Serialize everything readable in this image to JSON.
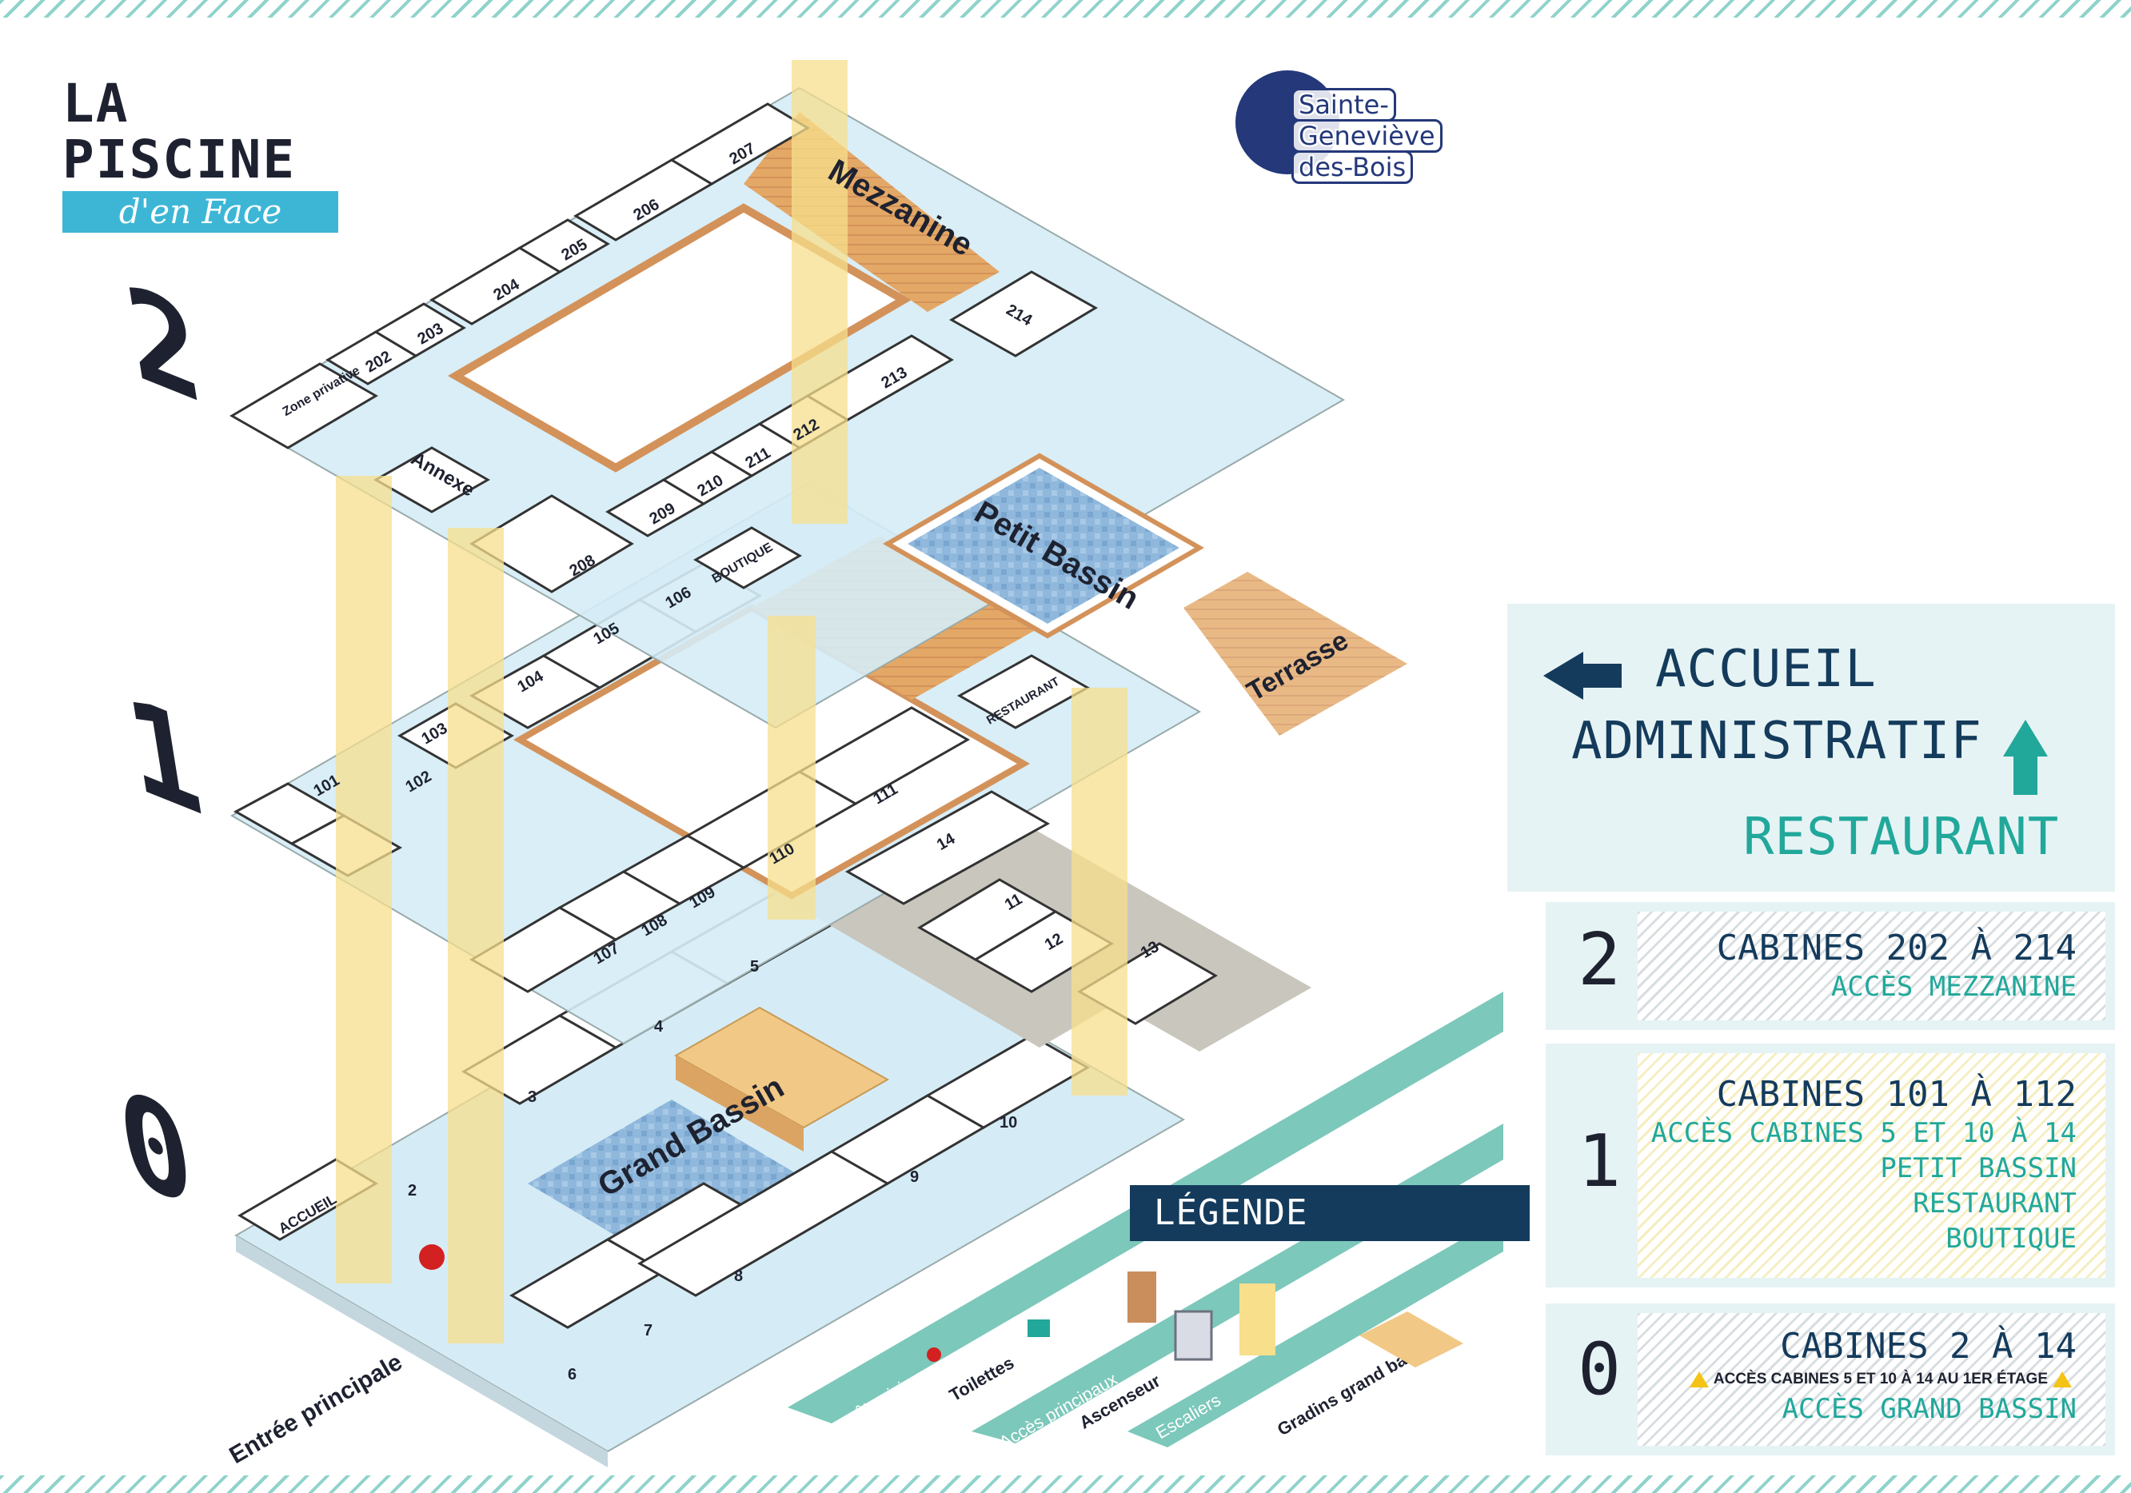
{
  "logo": {
    "line1": "LA PISCINE",
    "line2": "d'en Face"
  },
  "city": {
    "line1": "Sainte-",
    "line2": "Geneviève",
    "line3": "des-Bois"
  },
  "levels": {
    "two": "2",
    "one": "1",
    "zero": "0"
  },
  "rooms": {
    "mezzanine": "Mezzanine",
    "terrasse": "Terrasse",
    "petit_bassin": "Petit Bassin",
    "grand_bassin": "Grand Bassin",
    "zone_privative": "Zone privative",
    "annexe": "Annexe",
    "boutique": "BOUTIQUE",
    "restaurant": "RESTAURANT",
    "accueil": "ACCUEIL",
    "entree": "Entrée principale",
    "floor2": [
      "202",
      "203",
      "204",
      "205",
      "206",
      "207",
      "208",
      "209",
      "210",
      "211",
      "212",
      "213",
      "214"
    ],
    "floor1": [
      "101",
      "102",
      "103",
      "104",
      "105",
      "106",
      "107",
      "108",
      "109",
      "110",
      "111",
      "14",
      "11",
      "12",
      "13"
    ],
    "floor0": [
      "2",
      "3",
      "4",
      "5",
      "6",
      "7",
      "8",
      "9",
      "10"
    ]
  },
  "legend": {
    "title": "LÉGENDE",
    "you_are_here": "Vous êtes ici",
    "toilets": "Toilettes",
    "main_access": "Accès principaux",
    "elevator": "Ascenseur",
    "stairs": "Escaliers",
    "bleachers": "Gradins grand bassin"
  },
  "panel": {
    "accueil_line1": "ACCUEIL",
    "accueil_line2": "ADMINISTRATIF",
    "restaurant": "RESTAURANT",
    "level2": {
      "num": "2",
      "title": "CABINES 202 À 214",
      "lines": [
        "ACCÈS MEZZANINE"
      ]
    },
    "level1": {
      "num": "1",
      "title": "CABINES 101 À 112",
      "lines": [
        "ACCÈS CABINES 5 ET 10 À 14",
        "PETIT BASSIN",
        "RESTAURANT",
        "BOUTIQUE"
      ]
    },
    "level0": {
      "num": "0",
      "title": "CABINES 2 À 14",
      "note": "ACCÈS CABINES 5 ET 10 À 14 AU 1ER ÉTAGE",
      "lines": [
        "ACCÈS GRAND BASSIN"
      ]
    }
  },
  "colors": {
    "navy": "#143b5c",
    "teal": "#21a89b",
    "pool": "#8fb8dc",
    "wood": "#e4a866",
    "shaft": "#f7df8c",
    "floor": "#d5ecf6"
  }
}
